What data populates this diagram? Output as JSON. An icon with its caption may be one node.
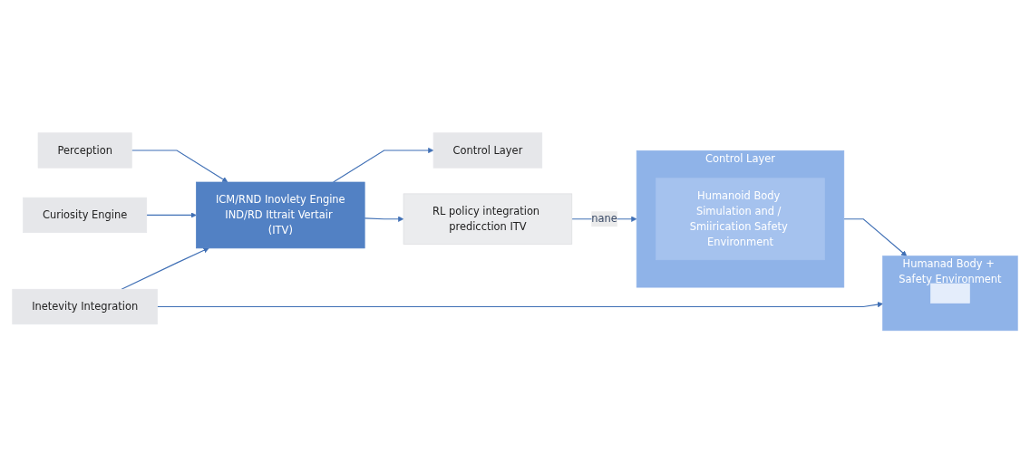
{
  "diagram": {
    "nodes": [
      {
        "text": [
          "Perception"
        ]
      },
      {
        "text": [
          "Curiosity Engine"
        ]
      },
      {
        "text": [
          "Inetevity Integration"
        ]
      },
      {
        "text": [
          "ICM/RND Inovlety Engine",
          "IND/RD Ittrait Vertair (ITV)"
        ]
      },
      {
        "text": [
          "Control Layer"
        ]
      },
      {
        "text": [
          "RL policy integration predicction ITV"
        ]
      },
      {
        "text": [
          "Control Layer"
        ]
      },
      {
        "text": [
          "Humanoid Body Simulation and / Smiirication Safety Environment"
        ],
        "in": 6
      },
      {
        "text": [
          "Humanad Body + Safety Environment"
        ]
      },
      {
        "text": [],
        "shape": "box",
        "in": 8
      }
    ],
    "edges": [
      {
        "from": 0,
        "to": 3,
        "arrow": "to"
      },
      {
        "from": 1,
        "to": 3,
        "arrow": "to"
      },
      {
        "from": 2,
        "to": 3,
        "arrow": "to"
      },
      {
        "from": 3,
        "to": 5,
        "arrow": "to"
      },
      {
        "from": 3,
        "to": 4,
        "arrow": "to"
      },
      {
        "from": 5,
        "to": 6,
        "label": "nane",
        "arrow": "to"
      },
      {
        "from": 6,
        "to": 8,
        "arrow": "to"
      },
      {
        "from": 2,
        "to": 8,
        "arrow": "to"
      }
    ]
  }
}
